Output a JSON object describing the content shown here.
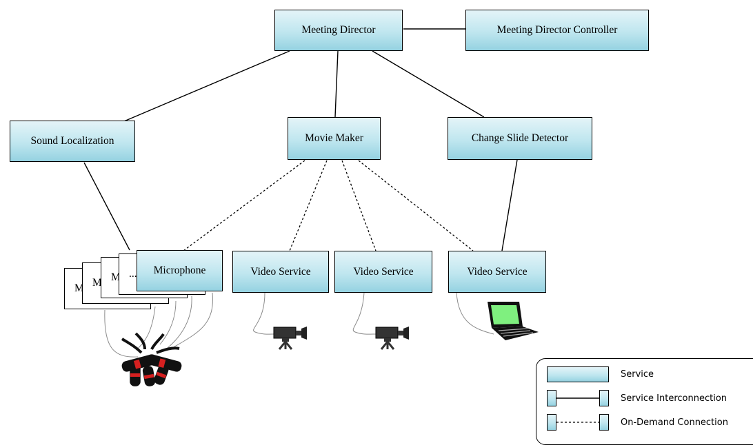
{
  "nodes": {
    "meeting_director": "Meeting Director",
    "meeting_director_controller": "Meeting Director Controller",
    "sound_localization": "Sound Localization",
    "movie_maker": "Movie Maker",
    "change_slide_detector": "Change Slide Detector",
    "microphone": "Microphone",
    "video_service_1": "Video Service",
    "video_service_2": "Video Service",
    "video_service_3": "Video Service",
    "stack_fragments": [
      "M",
      "M",
      "M",
      "..."
    ]
  },
  "legend": {
    "service": "Service",
    "service_interconnection": "Service Interconnection",
    "on_demand_connection": "On-Demand Connection"
  },
  "icons": [
    "microphone-cluster-icon",
    "video-camera-icon",
    "video-camera-icon",
    "laptop-icon"
  ],
  "colors": {
    "node_gradient_top": "#e4f4f8",
    "node_gradient_bottom": "#95d2e1",
    "laptop_screen": "#7ff07f",
    "mic_band": "#d62020"
  }
}
